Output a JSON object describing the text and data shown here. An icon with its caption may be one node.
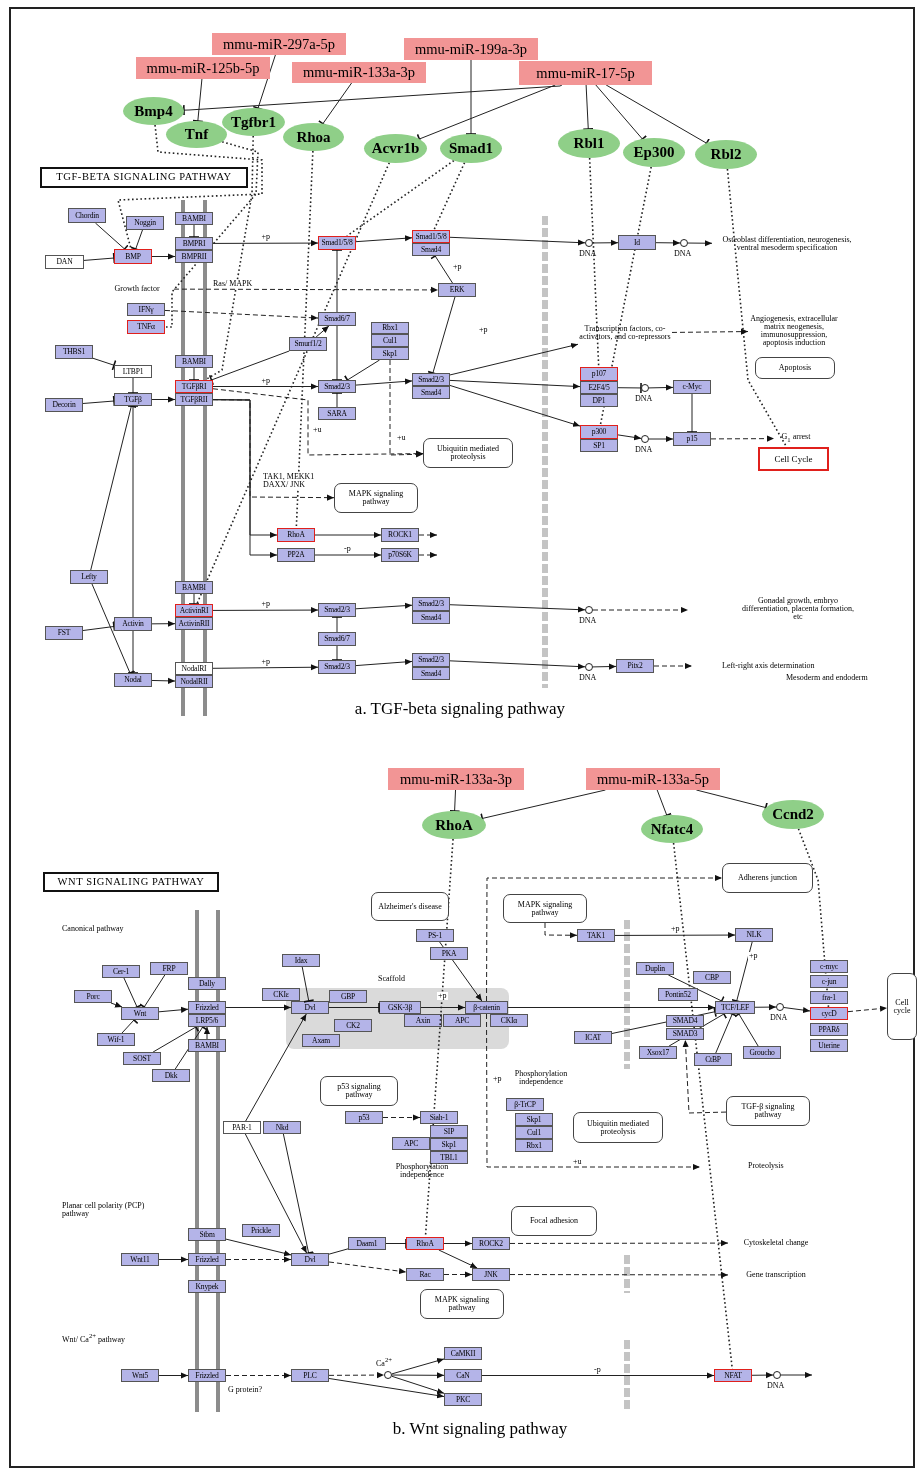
{
  "diagram": {
    "nodes": [
      {
        "text": [
          "mmu-miR-297a-5p"
        ]
      },
      {
        "text": [
          "mmu-miR-199a-3p"
        ]
      },
      {
        "text": [
          "mmu-miR-125b-5p"
        ]
      },
      {
        "text": [
          "mmu-miR-133a-3p"
        ]
      },
      {
        "text": [
          "mmu-miR-17-5p"
        ]
      },
      {
        "text": [
          "Bmp4"
        ]
      },
      {
        "text": [
          "Tgfbr1"
        ]
      },
      {
        "text": [
          "Tnf"
        ]
      },
      {
        "text": [
          "Rhoa"
        ]
      },
      {
        "text": [
          "Acvr1b"
        ]
      },
      {
        "text": [
          "Smad1"
        ]
      },
      {
        "text": [
          "Rbl1"
        ]
      },
      {
        "text": [
          "Ep300"
        ]
      },
      {
        "text": [
          "Rbl2"
        ]
      },
      {
        "text": [
          "TGF-BETA SIGNALING PATHWAY"
        ]
      },
      {
        "text": [
          "Chordin"
        ]
      },
      {
        "text": [
          "Noggin"
        ]
      },
      {
        "text": [
          "BAMBI"
        ]
      },
      {
        "text": [
          "BMPRI"
        ]
      },
      {
        "text": [
          "BMPRII"
        ]
      },
      {
        "text": [
          "DAN"
        ]
      },
      {
        "text": [
          "BMP"
        ]
      },
      {
        "text": [
          "Smad1/5/8"
        ]
      },
      {
        "text": [
          "Smad1/5/8"
        ]
      },
      {
        "text": [
          "Smad4"
        ]
      },
      {
        "text": [],
        "shape": "circle",
        "beside": [
          "DNA"
        ]
      },
      {
        "text": [
          "Id"
        ]
      },
      {
        "text": [],
        "shape": "circle",
        "beside": [
          "DNA"
        ]
      },
      {
        "text": [
          "ERK"
        ]
      },
      {
        "text": [
          "IFNγ"
        ]
      },
      {
        "text": [
          "Smad6/7"
        ]
      },
      {
        "text": [
          "TNFα"
        ]
      },
      {
        "text": [
          "Rbx1"
        ]
      },
      {
        "text": [
          "Transcription factors, co-activators, and co-repressors"
        ]
      },
      {
        "text": [
          "Smurf1/2"
        ]
      },
      {
        "text": [
          "Cul1"
        ]
      },
      {
        "text": [
          "Skp1"
        ]
      },
      {
        "text": [
          "THBS1"
        ]
      },
      {
        "text": [
          "BAMBI"
        ]
      },
      {
        "text": [
          "Apoptosis"
        ]
      },
      {
        "text": [
          "LTBP1"
        ]
      },
      {
        "text": [
          "p107"
        ]
      },
      {
        "text": [
          "Smad2/3"
        ]
      },
      {
        "text": [
          "TGFβRI"
        ]
      },
      {
        "text": [
          "Smad2/3"
        ]
      },
      {
        "text": [
          "E2F4/5"
        ]
      },
      {
        "text": [
          "c-Myc"
        ]
      },
      {
        "text": [],
        "shape": "circle",
        "beside": [
          "DNA"
        ]
      },
      {
        "text": [
          "Smad4"
        ]
      },
      {
        "text": [
          "TGFβRII"
        ]
      },
      {
        "text": [
          "TGFβ"
        ]
      },
      {
        "text": [
          "Decorin"
        ]
      },
      {
        "text": [
          "DP1"
        ]
      },
      {
        "text": [
          "SARA"
        ]
      },
      {
        "text": [
          "p300"
        ]
      },
      {
        "text": [
          "p15"
        ]
      },
      {
        "text": [],
        "shape": "circle",
        "beside": [
          "DNA"
        ]
      },
      {
        "text": [
          "Ubiquitin mediated proteolysis"
        ]
      },
      {
        "text": [
          "SP1"
        ]
      },
      {
        "text": [
          "Cell Cycle"
        ]
      },
      {
        "text": [
          "MAPK signaling pathway"
        ]
      },
      {
        "text": [
          "RhoA"
        ]
      },
      {
        "text": [
          "ROCK1"
        ]
      },
      {
        "text": [
          "PP2A"
        ]
      },
      {
        "text": [
          "p70S6K"
        ]
      },
      {
        "text": [
          "Lefty"
        ]
      },
      {
        "text": [
          "BAMBI"
        ]
      },
      {
        "text": [
          "ActivinRI"
        ]
      },
      {
        "text": [
          "Smad2/3"
        ]
      },
      {
        "text": [
          "Smad2/3"
        ]
      },
      {
        "text": [],
        "shape": "circle",
        "beside": [
          "DNA"
        ]
      },
      {
        "text": [
          "Smad4"
        ]
      },
      {
        "text": [
          "Activin"
        ]
      },
      {
        "text": [
          "ActivinRII"
        ]
      },
      {
        "text": [
          "FST"
        ]
      },
      {
        "text": [
          "Smad6/7"
        ]
      },
      {
        "text": [
          "Smad2/3"
        ]
      },
      {
        "text": [
          "NodalRI"
        ]
      },
      {
        "text": [
          "Smad2/3"
        ]
      },
      {
        "text": [],
        "shape": "circle",
        "beside": [
          "DNA"
        ]
      },
      {
        "text": [
          "Pitx2"
        ]
      },
      {
        "text": [
          "Smad4"
        ]
      },
      {
        "text": [
          "Nodal"
        ]
      },
      {
        "text": [
          "NodalRII"
        ]
      },
      {
        "text": [
          "mmu-miR-133a-3p"
        ]
      },
      {
        "text": [
          "mmu-miR-133a-5p"
        ]
      },
      {
        "text": [
          "RhoA"
        ]
      },
      {
        "text": [
          "Ccnd2"
        ]
      },
      {
        "text": [
          "Nfatc4"
        ]
      },
      {
        "text": [
          "WNT SIGNALING PATHWAY"
        ]
      },
      {
        "text": [
          "Adherens junction"
        ]
      },
      {
        "text": [
          "Alzheimer's disease"
        ]
      },
      {
        "text": [
          "MAPK signaling pathway"
        ]
      },
      {
        "text": [
          "TAK1"
        ]
      },
      {
        "text": [
          "NLK"
        ]
      },
      {
        "text": [
          "PS-1"
        ]
      },
      {
        "text": [
          "PKA"
        ]
      },
      {
        "text": [
          "Idax"
        ]
      },
      {
        "text": [
          "FRP"
        ]
      },
      {
        "text": [
          "Cer-1"
        ]
      },
      {
        "text": [
          "Duplin"
        ]
      },
      {
        "text": [
          "c-myc"
        ]
      },
      {
        "text": [
          "CBP"
        ]
      },
      {
        "text": [
          "Dally"
        ]
      },
      {
        "text": [
          "c-jun"
        ]
      },
      {
        "text": [
          "Scaffold"
        ]
      },
      {
        "text": [
          "CKIε"
        ]
      },
      {
        "text": [
          "Porc"
        ]
      },
      {
        "text": [
          "fra-1"
        ]
      },
      {
        "text": [
          "Dvl"
        ],
        "in": 105
      },
      {
        "text": [
          "GBP"
        ],
        "in": 105
      },
      {
        "text": [
          "GSK-3β"
        ],
        "in": 105
      },
      {
        "text": [
          "β-catenin"
        ],
        "in": 105
      },
      {
        "text": [
          "Frizzled"
        ]
      },
      {
        "text": [
          "Pontin52"
        ]
      },
      {
        "text": [
          "TCF/LEF"
        ]
      },
      {
        "text": [],
        "shape": "circle",
        "beside": [
          "DNA"
        ]
      },
      {
        "text": [
          "Cell cycle"
        ]
      },
      {
        "text": [
          "Wnt"
        ]
      },
      {
        "text": [
          "cycD"
        ]
      },
      {
        "text": [
          "LRP5/6"
        ]
      },
      {
        "text": [
          "Axin"
        ],
        "in": 105
      },
      {
        "text": [
          "APC"
        ],
        "in": 105
      },
      {
        "text": [
          "CKIα"
        ]
      },
      {
        "text": [
          "SMAD4"
        ]
      },
      {
        "text": [
          "CK2"
        ],
        "in": 105
      },
      {
        "text": [
          "ICAT"
        ]
      },
      {
        "text": [
          "PPARδ"
        ]
      },
      {
        "text": [
          "SMAD3"
        ]
      },
      {
        "text": [
          "Wif-1"
        ]
      },
      {
        "text": [
          "Axam"
        ],
        "in": 105
      },
      {
        "text": [
          "BAMBI"
        ]
      },
      {
        "text": [
          "Uterine"
        ]
      },
      {
        "text": [
          "Groucho"
        ]
      },
      {
        "text": [
          "Xsox17"
        ]
      },
      {
        "text": [
          "SOST"
        ]
      },
      {
        "text": [
          "CtBP"
        ]
      },
      {
        "text": [
          "Dkk"
        ]
      },
      {
        "text": [
          "p53 signaling pathway"
        ]
      },
      {
        "text": [
          "TGF-β signaling pathway"
        ]
      },
      {
        "text": [
          "β-TrCP"
        ]
      },
      {
        "text": [
          "Ubiquitin mediated proteolysis"
        ]
      },
      {
        "text": [
          "p53"
        ]
      },
      {
        "text": [
          "Siah-1"
        ]
      },
      {
        "text": [
          "Skp1"
        ]
      },
      {
        "text": [
          "SIP"
        ]
      },
      {
        "text": [
          "PAR-1"
        ]
      },
      {
        "text": [
          "Nkd"
        ]
      },
      {
        "text": [
          "Cul1"
        ]
      },
      {
        "text": [
          "APC"
        ]
      },
      {
        "text": [
          "Skp1"
        ]
      },
      {
        "text": [
          "Rbx1"
        ]
      },
      {
        "text": [
          "TBL1"
        ]
      },
      {
        "text": [
          "Focal adhesion"
        ]
      },
      {
        "text": [
          "Prickle"
        ]
      },
      {
        "text": [
          "Stbm"
        ]
      },
      {
        "text": [
          "Daam1"
        ]
      },
      {
        "text": [
          "RhoA"
        ]
      },
      {
        "text": [
          "ROCK2"
        ]
      },
      {
        "text": [
          "Wnt11"
        ]
      },
      {
        "text": [
          "Frizzled"
        ]
      },
      {
        "text": [
          "Dvl"
        ]
      },
      {
        "text": [
          "Rac"
        ]
      },
      {
        "text": [
          "JNK"
        ]
      },
      {
        "text": [
          "Knypek"
        ]
      },
      {
        "text": [
          "MAPK signaling pathway"
        ]
      },
      {
        "text": [
          "CaMKII"
        ]
      },
      {
        "text": [
          "Wnt5"
        ]
      },
      {
        "text": [
          "Frizzled"
        ]
      },
      {
        "text": [
          "PLC"
        ]
      },
      {
        "text": [],
        "shape": "circle",
        "beside": [
          "Ca$^{2+}$"
        ]
      },
      {
        "text": [
          "CaN"
        ]
      },
      {
        "text": [
          "NFAT"
        ]
      },
      {
        "text": [],
        "shape": "circle",
        "beside": [
          "DNA"
        ]
      },
      {
        "text": [
          "PKC"
        ]
      },
      {
        "text": [
          "Growth factor"
        ]
      },
      {
        "text": [
          "Osteoblast differentiation, neurogenesis, ventral mesoderm specification"
        ]
      },
      {
        "text": [
          "Angiogenesis, extracellular matrix neogenesis, immunosuppression, apoptosis induction"
        ]
      },
      {
        "text": [
          "Cytoskeletal change"
        ]
      },
      {
        "text": [
          "Gene transcription"
        ]
      },
      {
        "text": [
          "G$_{1}$ arrest"
        ]
      }
    ],
    "edges": [
      {
        "from": 2,
        "to": 7,
        "arrow": "other"
      },
      {
        "from": 0,
        "to": 6,
        "arrow": "other"
      },
      {
        "from": 3,
        "to": 8,
        "arrow": "other"
      },
      {
        "from": 1,
        "to": 10,
        "arrow": "other"
      },
      {
        "from": 4,
        "to": 5,
        "arrow": "other"
      },
      {
        "from": 4,
        "to": 9,
        "arrow": "other"
      },
      {
        "from": 4,
        "to": 11,
        "arrow": "other"
      },
      {
        "from": 4,
        "to": 12,
        "arrow": "other"
      },
      {
        "from": 4,
        "to": 13,
        "arrow": "other"
      },
      {
        "from": 5,
        "to": 21,
        "arrow": "none",
        "style": "dashed"
      },
      {
        "from": 7,
        "to": 31,
        "arrow": "none",
        "style": "dashed"
      },
      {
        "from": 6,
        "to": 43,
        "arrow": "none",
        "style": "dashed"
      },
      {
        "from": 8,
        "to": 61,
        "arrow": "none",
        "style": "dashed"
      },
      {
        "from": 9,
        "to": 67,
        "arrow": "none",
        "style": "dashed"
      },
      {
        "from": 10,
        "to": 22,
        "arrow": "none",
        "style": "dashed"
      },
      {
        "from": 10,
        "to": 23,
        "arrow": "none",
        "style": "dashed"
      },
      {
        "from": 11,
        "to": 41,
        "arrow": "none",
        "style": "dashed"
      },
      {
        "from": 12,
        "to": 54,
        "arrow": "none",
        "style": "dashed"
      },
      {
        "from": 13,
        "to": 59,
        "arrow": "none",
        "style": "dashed"
      },
      {
        "from": 15,
        "to": 21,
        "arrow": "other"
      },
      {
        "from": 16,
        "to": 21,
        "arrow": "other"
      },
      {
        "from": 20,
        "to": 21,
        "arrow": "other"
      },
      {
        "from": 21,
        "to": 19,
        "arrow": "to"
      },
      {
        "from": 17,
        "to": 18,
        "arrow": "other"
      },
      {
        "from": 18,
        "to": 22,
        "arrow": "to",
        "label": "+p"
      },
      {
        "from": 22,
        "to": 23,
        "arrow": "to"
      },
      {
        "from": 23,
        "to": 25,
        "arrow": "to"
      },
      {
        "from": 25,
        "to": 26,
        "arrow": "to"
      },
      {
        "from": 26,
        "to": 27,
        "arrow": "to"
      },
      {
        "from": 27,
        "to": 176,
        "arrow": "to"
      },
      {
        "from": 30,
        "to": 22,
        "arrow": "other"
      },
      {
        "from": 175,
        "to": 28,
        "arrow": "to",
        "style": "dashed",
        "label": "Ras/ MAPK"
      },
      {
        "from": 28,
        "to": 24,
        "arrow": "other",
        "label": "+p"
      },
      {
        "from": 28,
        "to": 42,
        "arrow": "other",
        "label": "+p"
      },
      {
        "from": 29,
        "to": 30,
        "arrow": "to",
        "style": "dashed"
      },
      {
        "from": 34,
        "to": 30,
        "arrow": "to"
      },
      {
        "from": 34,
        "to": 43,
        "arrow": "other"
      },
      {
        "from": 30,
        "to": 44,
        "arrow": "other"
      },
      {
        "from": 36,
        "to": 44,
        "arrow": "other"
      },
      {
        "from": 43,
        "to": 44,
        "arrow": "to",
        "label": "+p"
      },
      {
        "from": 43,
        "to": 57,
        "arrow": "to",
        "style": "dashed",
        "label": "+u"
      },
      {
        "from": 36,
        "to": 57,
        "arrow": "to",
        "style": "dashed",
        "label": "+u"
      },
      {
        "from": 53,
        "to": 44,
        "arrow": "other"
      },
      {
        "from": 44,
        "to": 42,
        "arrow": "to"
      },
      {
        "from": 42,
        "to": 33,
        "arrow": "to"
      },
      {
        "from": 42,
        "to": 45,
        "arrow": "to"
      },
      {
        "from": 42,
        "to": 54,
        "arrow": "to"
      },
      {
        "from": 33,
        "to": 177,
        "arrow": "to",
        "style": "dashed"
      },
      {
        "from": 45,
        "to": 47,
        "arrow": "other"
      },
      {
        "from": 47,
        "to": 46,
        "arrow": "to"
      },
      {
        "from": 46,
        "to": 55,
        "arrow": "other"
      },
      {
        "from": 54,
        "to": 56,
        "arrow": "to"
      },
      {
        "from": 56,
        "to": 55,
        "arrow": "to"
      },
      {
        "from": 55,
        "to": 180,
        "arrow": "to",
        "style": "dashed"
      },
      {
        "from": 37,
        "to": 40,
        "arrow": "other"
      },
      {
        "from": 40,
        "to": 50,
        "arrow": "other"
      },
      {
        "from": 51,
        "to": 50,
        "arrow": "other"
      },
      {
        "from": 50,
        "to": 49,
        "arrow": "to"
      },
      {
        "from": 38,
        "to": 43,
        "arrow": "other"
      },
      {
        "from": 49,
        "to": 61,
        "arrow": "to"
      },
      {
        "from": 49,
        "to": 63,
        "arrow": "to"
      },
      {
        "from": 49,
        "to": 60,
        "arrow": "to",
        "style": "dashed",
        "label": "TAK1, MEKK1 DAXX/ JNK"
      },
      {
        "from": 61,
        "to": 62,
        "arrow": "to"
      },
      {
        "from": 63,
        "to": 64,
        "arrow": "to",
        "label": "-p"
      },
      {
        "from": 62,
        "to": null,
        "arrow": "to",
        "style": "dashed"
      },
      {
        "from": 64,
        "to": null,
        "arrow": "to",
        "style": "dashed"
      },
      {
        "from": 65,
        "to": 50,
        "arrow": "other"
      },
      {
        "from": 65,
        "to": 82,
        "arrow": "other"
      },
      {
        "from": 72,
        "to": 50,
        "arrow": "other"
      },
      {
        "from": 72,
        "to": 82,
        "arrow": "other"
      },
      {
        "from": 74,
        "to": 72,
        "arrow": "other"
      },
      {
        "from": 72,
        "to": 73,
        "arrow": "to"
      },
      {
        "from": 66,
        "to": 67,
        "arrow": "other"
      },
      {
        "from": 67,
        "to": 68,
        "arrow": "to",
        "label": "+p"
      },
      {
        "from": 75,
        "to": 68,
        "arrow": "other"
      },
      {
        "from": 75,
        "to": 78,
        "arrow": "other"
      },
      {
        "from": 68,
        "to": 69,
        "arrow": "to"
      },
      {
        "from": 69,
        "to": 70,
        "arrow": "to"
      },
      {
        "from": 70,
        "to": null,
        "arrow": "to",
        "style": "dashed"
      },
      {
        "from": 82,
        "to": 83,
        "arrow": "to"
      },
      {
        "from": 77,
        "to": 78,
        "arrow": "to",
        "label": "+p"
      },
      {
        "from": 78,
        "to": 76,
        "arrow": "to"
      },
      {
        "from": 76,
        "to": 79,
        "arrow": "to"
      },
      {
        "from": 79,
        "to": 80,
        "arrow": "to"
      },
      {
        "from": 80,
        "to": null,
        "arrow": "to",
        "style": "dashed"
      },
      {
        "from": 84,
        "to": 86,
        "arrow": "other"
      },
      {
        "from": 85,
        "to": 86,
        "arrow": "other"
      },
      {
        "from": 85,
        "to": 88,
        "arrow": "other"
      },
      {
        "from": 85,
        "to": 87,
        "arrow": "other"
      },
      {
        "from": 86,
        "to": 157,
        "arrow": "none",
        "style": "dashed"
      },
      {
        "from": 88,
        "to": 172,
        "arrow": "none",
        "style": "dashed"
      },
      {
        "from": 87,
        "to": 119,
        "arrow": "none",
        "style": "dashed"
      },
      {
        "from": 107,
        "to": 118,
        "arrow": "to",
        "style": "dashed"
      },
      {
        "from": 99,
        "to": 118,
        "arrow": "other"
      },
      {
        "from": 98,
        "to": 118,
        "arrow": "other"
      },
      {
        "from": 129,
        "to": 118,
        "arrow": "other"
      },
      {
        "from": 118,
        "to": 113,
        "arrow": "to"
      },
      {
        "from": 135,
        "to": 120,
        "arrow": "other"
      },
      {
        "from": 137,
        "to": 120,
        "arrow": "other"
      },
      {
        "from": 131,
        "to": 120,
        "arrow": "to"
      },
      {
        "from": 113,
        "to": 109,
        "arrow": "to"
      },
      {
        "from": 97,
        "to": 109,
        "arrow": "other"
      },
      {
        "from": 109,
        "to": 111,
        "arrow": "other"
      },
      {
        "from": 111,
        "to": 112,
        "arrow": "to",
        "label": "+p"
      },
      {
        "from": 95,
        "to": 112,
        "arrow": "to"
      },
      {
        "from": 112,
        "to": 115,
        "arrow": "to"
      },
      {
        "from": 126,
        "to": 115,
        "arrow": "other"
      },
      {
        "from": 100,
        "to": 115,
        "arrow": "other"
      },
      {
        "from": 134,
        "to": 115,
        "arrow": "other"
      },
      {
        "from": 136,
        "to": 115,
        "arrow": "other"
      },
      {
        "from": 133,
        "to": 115,
        "arrow": "other"
      },
      {
        "from": 94,
        "to": 115,
        "arrow": "other",
        "label": "+p"
      },
      {
        "from": 93,
        "to": 94,
        "arrow": "to",
        "label": "+p"
      },
      {
        "from": 92,
        "to": 93,
        "arrow": "to",
        "style": "dashed"
      },
      {
        "from": 115,
        "to": 116,
        "arrow": "to"
      },
      {
        "from": 116,
        "to": 119,
        "arrow": "to"
      },
      {
        "from": 119,
        "to": 117,
        "arrow": "to",
        "style": "dashed"
      },
      {
        "from": 139,
        "to": 128,
        "arrow": "to",
        "style": "dashed"
      },
      {
        "from": 112,
        "to": 90,
        "arrow": "to",
        "style": "dashed"
      },
      {
        "from": 112,
        "to": null,
        "arrow": "to",
        "style": "dashed",
        "label": "+u"
      },
      {
        "from": 142,
        "to": 143,
        "arrow": "to",
        "style": "dashed"
      },
      {
        "from": 146,
        "to": 109,
        "arrow": "to"
      },
      {
        "from": 146,
        "to": 161,
        "arrow": "to"
      },
      {
        "from": 147,
        "to": 161,
        "arrow": "other"
      },
      {
        "from": 159,
        "to": 160,
        "arrow": "to"
      },
      {
        "from": 160,
        "to": 161,
        "arrow": "to",
        "style": "dashed"
      },
      {
        "from": 155,
        "to": 161,
        "arrow": "to"
      },
      {
        "from": 161,
        "to": 156,
        "arrow": "none"
      },
      {
        "from": 156,
        "to": 157,
        "arrow": "other"
      },
      {
        "from": 157,
        "to": 158,
        "arrow": "to"
      },
      {
        "from": 157,
        "to": 163,
        "arrow": "to"
      },
      {
        "from": 161,
        "to": 162,
        "arrow": "to",
        "style": "dashed"
      },
      {
        "from": 162,
        "to": 163,
        "arrow": "to",
        "style": "dashed"
      },
      {
        "from": 158,
        "to": 178,
        "arrow": "to",
        "style": "dashed"
      },
      {
        "from": 163,
        "to": 179,
        "arrow": "to",
        "style": "dashed"
      },
      {
        "from": 167,
        "to": 168,
        "arrow": "to"
      },
      {
        "from": 168,
        "to": 169,
        "arrow": "to",
        "style": "dashed"
      },
      {
        "from": 169,
        "to": 170,
        "arrow": "to",
        "style": "dashed"
      },
      {
        "from": 170,
        "to": 166,
        "arrow": "to"
      },
      {
        "from": 170,
        "to": 171,
        "arrow": "to"
      },
      {
        "from": 170,
        "to": 174,
        "arrow": "to"
      },
      {
        "from": 169,
        "to": 174,
        "arrow": "to"
      },
      {
        "from": 171,
        "to": 172,
        "arrow": "to",
        "label": "-p"
      },
      {
        "from": 172,
        "to": 173,
        "arrow": "to"
      },
      {
        "from": 173,
        "to": null,
        "arrow": "to"
      }
    ],
    "labels": [
      "Gonadal growth, embryo differentiation, placenta formation, etc",
      "Left-right axis determination",
      "Mesoderm and endoderm",
      "a. TGF-beta signaling pathway",
      "Canonical pathway",
      "Phosphorylation independence",
      "+p",
      "Phosphorylation independence",
      "Proteolysis",
      "Planar cell polarity (PCP) pathway",
      "Wnt/ Ca$^{2+}$ pathway",
      "G protein?",
      "b. Wnt signaling pathway"
    ]
  }
}
